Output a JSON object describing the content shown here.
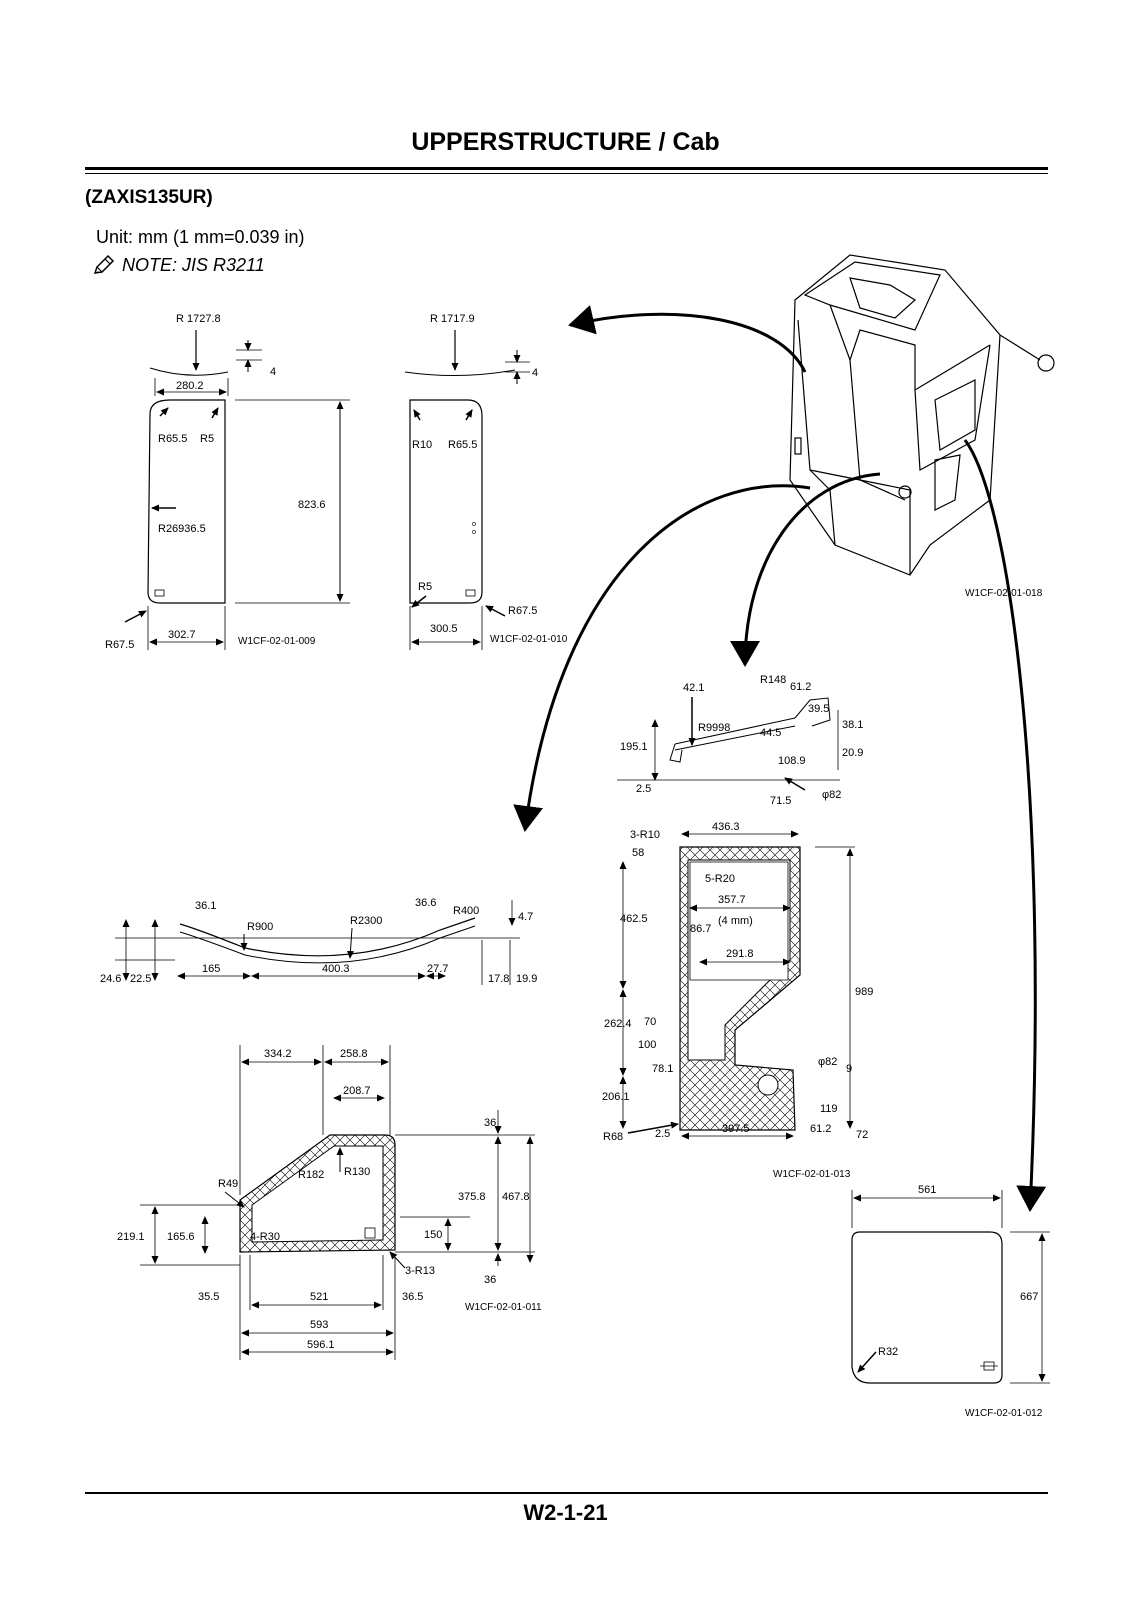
{
  "header": {
    "title": "UPPERSTRUCTURE / Cab"
  },
  "model": "(ZAXIS135UR)",
  "unit_text": "Unit: mm (1 mm=0.039 in)",
  "note_text": "NOTE:  JIS R3211",
  "footer": {
    "page_number": "W2-1-21"
  },
  "icons": {
    "note": "pencil-note-icon"
  },
  "glass_left": {
    "radius_top": "R 1727.8",
    "thickness": "4",
    "top_width": "280.2",
    "r_corner_a": "R65.5",
    "r_corner_b": "R5",
    "height": "823.6",
    "r_side": "R26936.5",
    "bottom_width": "302.7",
    "r_bottom": "R67.5",
    "code": "W1CF-02-01-009"
  },
  "glass_right": {
    "radius_top": "R 1717.9",
    "thickness": "4",
    "r_corner_a": "R10",
    "r_corner_b": "R65.5",
    "r_bottom_left": "R5",
    "r_bottom_right": "R67.5",
    "bottom_width": "300.5",
    "code": "W1CF-02-01-010"
  },
  "cab": {
    "code": "W1CF-02-01-018"
  },
  "door_profile": {
    "d1": "42.1",
    "d2": "R148",
    "d3": "61.2",
    "d4": "39.5",
    "d5": "R9998",
    "d6": "44.5",
    "d7": "38.1",
    "d8": "20.9",
    "d9": "195.1",
    "d10": "108.9",
    "d11": "2.5",
    "d12": "71.5",
    "d13": "φ82"
  },
  "door_glass": {
    "r_corners": "3-R10",
    "top_width": "436.3",
    "top_gap": "58",
    "inner_r": "5-R20",
    "upper_h": "462.5",
    "inner_width": "357.7",
    "thickness": "(4 mm)",
    "d86": "86.7",
    "d291": "291.8",
    "total_h": "989",
    "lower_h": "262.4",
    "d70": "70",
    "d100": "100",
    "hole": "φ82",
    "d9": "9",
    "d78": "78.1",
    "d206": "206.1",
    "d119": "119",
    "r_bottom": "R68",
    "d25": "2.5",
    "bottom_width": "397.5",
    "d612": "61.2",
    "d72": "72",
    "code": "W1CF-02-01-013"
  },
  "front_profile": {
    "a1": "36.1",
    "a2": "R900",
    "a3": "R2300",
    "a4": "36.6",
    "a5": "R400",
    "a6": "4.7",
    "a7": "24.6",
    "a8": "22.5",
    "a9": "165",
    "a10": "400.3",
    "a11": "27.7",
    "a12": "17.8",
    "a13": "19.9"
  },
  "front_glass": {
    "w1": "334.2",
    "w2": "258.8",
    "w3": "208.7",
    "top_gap": "36",
    "r49": "R49",
    "r182": "R182",
    "r130": "R130",
    "h375": "375.8",
    "h467": "467.8",
    "h219": "219.1",
    "h165": "165.6",
    "r30": "4-R30",
    "h150": "150",
    "r13": "3-R13",
    "bottom_gap": "36",
    "w35": "35.5",
    "w521": "521",
    "w36": "36.5",
    "w593": "593",
    "w596": "596.1",
    "code": "W1CF-02-01-011"
  },
  "rear_glass": {
    "width": "561",
    "height": "667",
    "r32": "R32",
    "code": "W1CF-02-01-012"
  }
}
